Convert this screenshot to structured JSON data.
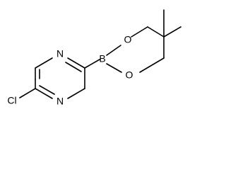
{
  "structure": {
    "atoms": {
      "n_top": "N",
      "n_bottom": "N",
      "cl": "Cl",
      "boron": "B",
      "o_top": "O",
      "o_bottom": "O"
    }
  }
}
